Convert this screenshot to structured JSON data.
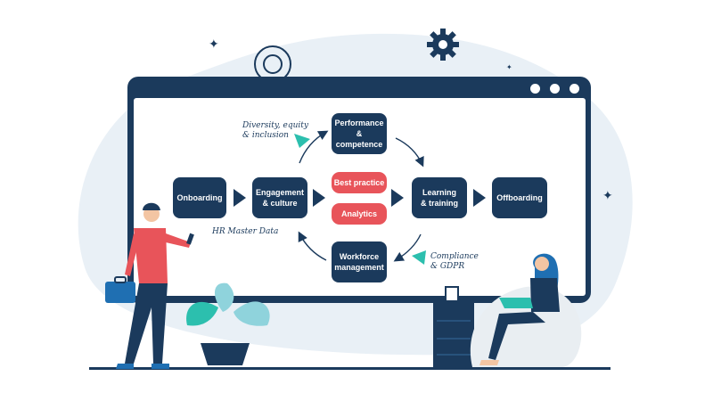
{
  "diagram": {
    "nodes": {
      "onboarding": "Onboarding",
      "engagement": "Engagement\n& culture",
      "performance": "Performance\n& competence",
      "best_practice": "Best practice",
      "analytics": "Analytics",
      "workforce": "Workforce\nmanagement",
      "learning": "Learning\n& training",
      "offboarding": "Offboarding"
    },
    "notes": {
      "diversity": "Diversity, equity\n& inclusion",
      "master_data": "HR Master Data",
      "compliance": "Compliance\n& GDPR"
    }
  },
  "colors": {
    "navy": "#1b3a5c",
    "accent_red": "#e8545a",
    "teal": "#2cbfae",
    "blob": "#e9f0f6"
  }
}
